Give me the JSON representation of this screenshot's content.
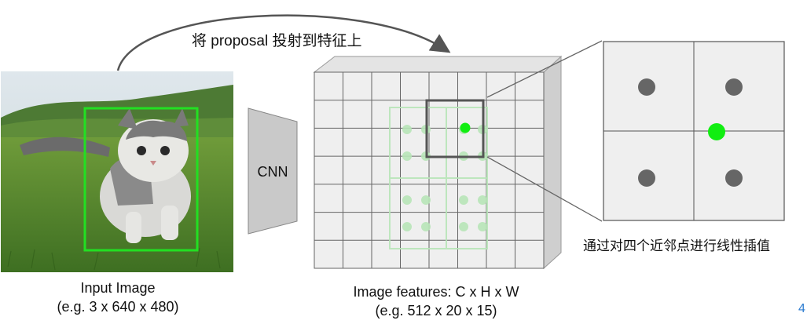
{
  "arc_label": "将 proposal 投射到特征上",
  "cnn_label": "CNN",
  "input_caption": {
    "line1": "Input Image",
    "line2": "(e.g. 3 x 640 x 480)"
  },
  "features_caption": {
    "line1": "Image features: C x H x W",
    "line2": "(e.g. 512 x 20 x 15)"
  },
  "interp_label": "通过对四个近邻点进行线性插值",
  "page_number": "4",
  "colors": {
    "proposal_box": "#22e022",
    "grid_line": "#555555",
    "feature_face": "#efefef",
    "feature_side": "#cfcfcf",
    "cnn_shape": "#c9c9c9",
    "dot_gray": "#666666",
    "dot_green": "#11ee11",
    "faint_green": "#b8e6b8",
    "corner_number": "#2b7bd0"
  },
  "icons": {
    "input_image": "kitten-photo",
    "arc_arrow": "curved-arrow-icon"
  }
}
